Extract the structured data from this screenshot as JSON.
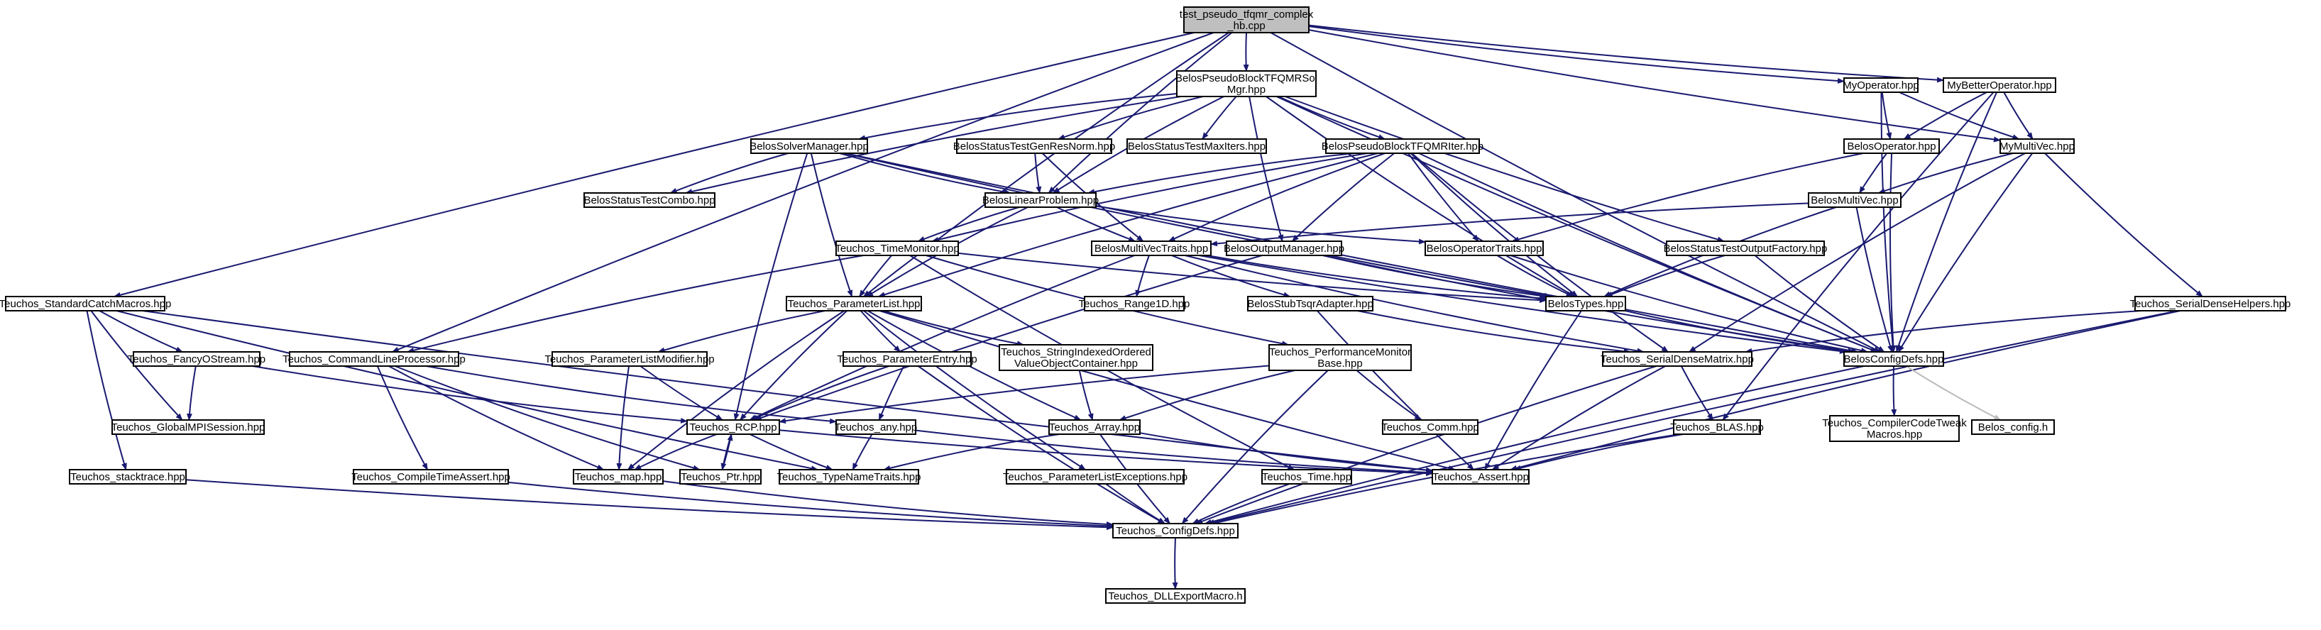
{
  "colors": {
    "root_fill": "#bfbfbf",
    "root_border": "#000000",
    "normal_border": "#000000",
    "missing_border": "#ff0000",
    "external_border": "#bfbfbf",
    "edge": "#191970",
    "external_edge": "#bbbbbb"
  },
  "nodes": [
    {
      "id": "root",
      "kind": "root",
      "lines": [
        "test_pseudo_tfqmr_complex",
        "_hb.cpp"
      ]
    },
    {
      "id": "belos_pbtfqmr_solmgr",
      "kind": "normal",
      "lines": [
        "BelosPseudoBlockTFQMRSol",
        "Mgr.hpp"
      ]
    },
    {
      "id": "myoperator",
      "kind": "normal",
      "lines": [
        "MyOperator.hpp"
      ]
    },
    {
      "id": "mybetteroperator",
      "kind": "normal",
      "lines": [
        "MyBetterOperator.hpp"
      ]
    },
    {
      "id": "solvermanager",
      "kind": "missing",
      "lines": [
        "BelosSolverManager.hpp"
      ]
    },
    {
      "id": "statustestgenresnorm",
      "kind": "missing",
      "lines": [
        "BelosStatusTestGenResNorm.hpp"
      ]
    },
    {
      "id": "statustestmaxiters",
      "kind": "missing",
      "lines": [
        "BelosStatusTestMaxIters.hpp"
      ]
    },
    {
      "id": "pbtfqmriter",
      "kind": "missing",
      "lines": [
        "BelosPseudoBlockTFQMRIter.hpp"
      ]
    },
    {
      "id": "belosoperator",
      "kind": "normal",
      "lines": [
        "BelosOperator.hpp"
      ]
    },
    {
      "id": "mymultivec",
      "kind": "normal",
      "lines": [
        "MyMultiVec.hpp"
      ]
    },
    {
      "id": "statustestcombo",
      "kind": "missing",
      "lines": [
        "BelosStatusTestCombo.hpp"
      ]
    },
    {
      "id": "linearproblem",
      "kind": "normal",
      "lines": [
        "BelosLinearProblem.hpp"
      ]
    },
    {
      "id": "belosmultivec",
      "kind": "normal",
      "lines": [
        "BelosMultiVec.hpp"
      ]
    },
    {
      "id": "timemonitor",
      "kind": "normal",
      "lines": [
        "Teuchos_TimeMonitor.hpp"
      ]
    },
    {
      "id": "multivectraits",
      "kind": "normal",
      "lines": [
        "BelosMultiVecTraits.hpp"
      ]
    },
    {
      "id": "outputmanager",
      "kind": "missing",
      "lines": [
        "BelosOutputManager.hpp"
      ]
    },
    {
      "id": "operatortraits",
      "kind": "normal",
      "lines": [
        "BelosOperatorTraits.hpp"
      ]
    },
    {
      "id": "statustestoutputfactory",
      "kind": "missing",
      "lines": [
        "BelosStatusTestOutputFactory.hpp"
      ]
    },
    {
      "id": "standardcatchmacros",
      "kind": "normal",
      "lines": [
        "Teuchos_StandardCatchMacros.hpp"
      ]
    },
    {
      "id": "parameterlist",
      "kind": "normal",
      "lines": [
        "Teuchos_ParameterList.hpp"
      ]
    },
    {
      "id": "range1d",
      "kind": "missing",
      "lines": [
        "Teuchos_Range1D.hpp"
      ]
    },
    {
      "id": "stubtsqradapter",
      "kind": "missing",
      "lines": [
        "BelosStubTsqrAdapter.hpp"
      ]
    },
    {
      "id": "belostypes",
      "kind": "normal",
      "lines": [
        "BelosTypes.hpp"
      ]
    },
    {
      "id": "serialdensehelpers",
      "kind": "missing",
      "lines": [
        "Teuchos_SerialDenseHelpers.hpp"
      ]
    },
    {
      "id": "fancyostream",
      "kind": "missing",
      "lines": [
        "Teuchos_FancyOStream.hpp"
      ]
    },
    {
      "id": "cmdlineprocessor",
      "kind": "normal",
      "lines": [
        "Teuchos_CommandLineProcessor.hpp"
      ]
    },
    {
      "id": "paramlistmodifier",
      "kind": "missing",
      "lines": [
        "Teuchos_ParameterListModifier.hpp"
      ]
    },
    {
      "id": "parameterentry",
      "kind": "missing",
      "lines": [
        "Teuchos_ParameterEntry.hpp"
      ]
    },
    {
      "id": "stringindexed",
      "kind": "missing",
      "lines": [
        "Teuchos_StringIndexedOrdered",
        "ValueObjectContainer.hpp"
      ]
    },
    {
      "id": "perfmonitorbase",
      "kind": "missing",
      "lines": [
        "Teuchos_PerformanceMonitor",
        "Base.hpp"
      ]
    },
    {
      "id": "serialdensematrix",
      "kind": "missing",
      "lines": [
        "Teuchos_SerialDenseMatrix.hpp"
      ]
    },
    {
      "id": "belosconfigdefs",
      "kind": "normal",
      "lines": [
        "BelosConfigDefs.hpp"
      ]
    },
    {
      "id": "globalmpisession",
      "kind": "missing",
      "lines": [
        "Teuchos_GlobalMPISession.hpp"
      ]
    },
    {
      "id": "rcp",
      "kind": "missing",
      "lines": [
        "Teuchos_RCP.hpp"
      ]
    },
    {
      "id": "any",
      "kind": "normal",
      "lines": [
        "Teuchos_any.hpp"
      ]
    },
    {
      "id": "array",
      "kind": "missing",
      "lines": [
        "Teuchos_Array.hpp"
      ]
    },
    {
      "id": "comm",
      "kind": "missing",
      "lines": [
        "Teuchos_Comm.hpp"
      ]
    },
    {
      "id": "blas",
      "kind": "missing",
      "lines": [
        "Teuchos_BLAS.hpp"
      ]
    },
    {
      "id": "compilercodetweak",
      "kind": "normal",
      "lines": [
        "Teuchos_CompilerCodeTweak",
        "Macros.hpp"
      ]
    },
    {
      "id": "belosconfig_h",
      "kind": "external",
      "lines": [
        "Belos_config.h"
      ]
    },
    {
      "id": "stacktrace",
      "kind": "normal",
      "lines": [
        "Teuchos_stacktrace.hpp"
      ]
    },
    {
      "id": "compiletimeassert",
      "kind": "normal",
      "lines": [
        "Teuchos_CompileTimeAssert.hpp"
      ]
    },
    {
      "id": "teuchosmap",
      "kind": "normal",
      "lines": [
        "Teuchos_map.hpp"
      ]
    },
    {
      "id": "ptr",
      "kind": "missing",
      "lines": [
        "Teuchos_Ptr.hpp"
      ]
    },
    {
      "id": "typenametraits",
      "kind": "missing",
      "lines": [
        "Teuchos_TypeNameTraits.hpp"
      ]
    },
    {
      "id": "paramlistexceptions",
      "kind": "normal",
      "lines": [
        "Teuchos_ParameterListExceptions.hpp"
      ]
    },
    {
      "id": "teuchostime",
      "kind": "normal",
      "lines": [
        "Teuchos_Time.hpp"
      ]
    },
    {
      "id": "teuchosassert",
      "kind": "missing",
      "lines": [
        "Teuchos_Assert.hpp"
      ]
    },
    {
      "id": "configdefs",
      "kind": "normal",
      "lines": [
        "Teuchos_ConfigDefs.hpp"
      ]
    },
    {
      "id": "dllexportmacro",
      "kind": "normal",
      "lines": [
        "Teuchos_DLLExportMacro.h"
      ]
    }
  ],
  "edges": [
    [
      "root",
      "belos_pbtfqmr_solmgr"
    ],
    [
      "root",
      "myoperator"
    ],
    [
      "root",
      "mybetteroperator"
    ],
    [
      "root",
      "mymultivec"
    ],
    [
      "root",
      "linearproblem"
    ],
    [
      "root",
      "parameterlist"
    ],
    [
      "root",
      "standardcatchmacros"
    ],
    [
      "root",
      "cmdlineprocessor"
    ],
    [
      "root",
      "belosconfigdefs"
    ],
    [
      "belos_pbtfqmr_solmgr",
      "solvermanager"
    ],
    [
      "belos_pbtfqmr_solmgr",
      "statustestgenresnorm"
    ],
    [
      "belos_pbtfqmr_solmgr",
      "statustestmaxiters"
    ],
    [
      "belos_pbtfqmr_solmgr",
      "pbtfqmriter"
    ],
    [
      "belos_pbtfqmr_solmgr",
      "statustestcombo"
    ],
    [
      "belos_pbtfqmr_solmgr",
      "linearproblem"
    ],
    [
      "belos_pbtfqmr_solmgr",
      "outputmanager"
    ],
    [
      "belos_pbtfqmr_solmgr",
      "statustestoutputfactory"
    ],
    [
      "belos_pbtfqmr_solmgr",
      "belostypes"
    ],
    [
      "belos_pbtfqmr_solmgr",
      "belosconfigdefs"
    ],
    [
      "myoperator",
      "belosoperator"
    ],
    [
      "myoperator",
      "mymultivec"
    ],
    [
      "myoperator",
      "belosconfigdefs"
    ],
    [
      "mybetteroperator",
      "belosoperator"
    ],
    [
      "mybetteroperator",
      "mymultivec"
    ],
    [
      "mybetteroperator",
      "belosconfigdefs"
    ],
    [
      "mybetteroperator",
      "blas"
    ],
    [
      "solvermanager",
      "statustestcombo"
    ],
    [
      "solvermanager",
      "linearproblem"
    ],
    [
      "solvermanager",
      "parameterlist"
    ],
    [
      "solvermanager",
      "rcp"
    ],
    [
      "solvermanager",
      "belostypes"
    ],
    [
      "solvermanager",
      "belosconfigdefs"
    ],
    [
      "statustestgenresnorm",
      "linearproblem"
    ],
    [
      "statustestgenresnorm",
      "multivectraits"
    ],
    [
      "pbtfqmriter",
      "linearproblem"
    ],
    [
      "pbtfqmriter",
      "timemonitor"
    ],
    [
      "pbtfqmriter",
      "multivectraits"
    ],
    [
      "pbtfqmriter",
      "outputmanager"
    ],
    [
      "pbtfqmriter",
      "operatortraits"
    ],
    [
      "pbtfqmriter",
      "parameterlist"
    ],
    [
      "pbtfqmriter",
      "belostypes"
    ],
    [
      "pbtfqmriter",
      "serialdensematrix"
    ],
    [
      "pbtfqmriter",
      "belosconfigdefs"
    ],
    [
      "belosoperator",
      "belosmultivec"
    ],
    [
      "belosoperator",
      "operatortraits"
    ],
    [
      "belosoperator",
      "belosconfigdefs"
    ],
    [
      "mymultivec",
      "belosmultivec"
    ],
    [
      "mymultivec",
      "serialdensehelpers"
    ],
    [
      "mymultivec",
      "serialdensematrix"
    ],
    [
      "mymultivec",
      "belosconfigdefs"
    ],
    [
      "linearproblem",
      "multivectraits"
    ],
    [
      "linearproblem",
      "operatortraits"
    ],
    [
      "linearproblem",
      "parameterlist"
    ],
    [
      "linearproblem",
      "timemonitor"
    ],
    [
      "belosmultivec",
      "multivectraits"
    ],
    [
      "belosmultivec",
      "belostypes"
    ],
    [
      "belosmultivec",
      "belosconfigdefs"
    ],
    [
      "timemonitor",
      "parameterlist"
    ],
    [
      "timemonitor",
      "perfmonitorbase"
    ],
    [
      "timemonitor",
      "teuchostime"
    ],
    [
      "timemonitor",
      "cmdlineprocessor"
    ],
    [
      "timemonitor",
      "belostypes"
    ],
    [
      "multivectraits",
      "range1d"
    ],
    [
      "multivectraits",
      "stubtsqradapter"
    ],
    [
      "multivectraits",
      "belostypes"
    ],
    [
      "multivectraits",
      "rcp"
    ],
    [
      "multivectraits",
      "belosconfigdefs"
    ],
    [
      "multivectraits",
      "serialdensematrix"
    ],
    [
      "outputmanager",
      "belostypes"
    ],
    [
      "outputmanager",
      "rcp"
    ],
    [
      "outputmanager",
      "belosconfigdefs"
    ],
    [
      "operatortraits",
      "belostypes"
    ],
    [
      "operatortraits",
      "belosconfigdefs"
    ],
    [
      "statustestoutputfactory",
      "belostypes"
    ],
    [
      "statustestoutputfactory",
      "belosconfigdefs"
    ],
    [
      "standardcatchmacros",
      "fancyostream"
    ],
    [
      "standardcatchmacros",
      "globalmpisession"
    ],
    [
      "standardcatchmacros",
      "stacktrace"
    ],
    [
      "standardcatchmacros",
      "typenametraits"
    ],
    [
      "standardcatchmacros",
      "teuchosassert"
    ],
    [
      "parameterlist",
      "paramlistmodifier"
    ],
    [
      "parameterlist",
      "parameterentry"
    ],
    [
      "parameterlist",
      "stringindexed"
    ],
    [
      "parameterlist",
      "paramlistexceptions"
    ],
    [
      "parameterlist",
      "rcp"
    ],
    [
      "parameterlist",
      "array"
    ],
    [
      "parameterlist",
      "teuchosmap"
    ],
    [
      "parameterlist",
      "teuchosassert"
    ],
    [
      "stubtsqradapter",
      "serialdensematrix"
    ],
    [
      "stubtsqradapter",
      "teuchosassert"
    ],
    [
      "belostypes",
      "belosconfigdefs"
    ],
    [
      "belostypes",
      "teuchosassert"
    ],
    [
      "serialdensehelpers",
      "serialdensematrix"
    ],
    [
      "serialdensehelpers",
      "teuchosassert"
    ],
    [
      "serialdensehelpers",
      "configdefs"
    ],
    [
      "fancyostream",
      "globalmpisession"
    ],
    [
      "fancyostream",
      "rcp"
    ],
    [
      "cmdlineprocessor",
      "any"
    ],
    [
      "cmdlineprocessor",
      "compiletimeassert"
    ],
    [
      "cmdlineprocessor",
      "teuchosmap"
    ],
    [
      "cmdlineprocessor",
      "ptr"
    ],
    [
      "paramlistmodifier",
      "rcp"
    ],
    [
      "paramlistmodifier",
      "teuchosmap"
    ],
    [
      "parameterentry",
      "any"
    ],
    [
      "parameterentry",
      "rcp"
    ],
    [
      "parameterentry",
      "configdefs"
    ],
    [
      "stringindexed",
      "array"
    ],
    [
      "perfmonitorbase",
      "array"
    ],
    [
      "perfmonitorbase",
      "comm"
    ],
    [
      "perfmonitorbase",
      "rcp"
    ],
    [
      "perfmonitorbase",
      "configdefs"
    ],
    [
      "serialdensematrix",
      "blas"
    ],
    [
      "serialdensematrix",
      "teuchosassert"
    ],
    [
      "serialdensematrix",
      "configdefs"
    ],
    [
      "belosconfigdefs",
      "compilercodetweak"
    ],
    [
      "belosconfigdefs",
      "configdefs"
    ],
    [
      "rcp",
      "ptr"
    ],
    [
      "rcp",
      "typenametraits"
    ],
    [
      "rcp",
      "teuchosmap"
    ],
    [
      "rcp",
      "teuchosassert"
    ],
    [
      "any",
      "typenametraits"
    ],
    [
      "any",
      "teuchosassert"
    ],
    [
      "array",
      "typenametraits"
    ],
    [
      "array",
      "teuchosassert"
    ],
    [
      "array",
      "configdefs"
    ],
    [
      "blas",
      "teuchosassert"
    ],
    [
      "blas",
      "configdefs"
    ],
    [
      "ptr",
      "rcp"
    ],
    [
      "stacktrace",
      "configdefs"
    ],
    [
      "compiletimeassert",
      "configdefs"
    ],
    [
      "teuchosmap",
      "configdefs"
    ],
    [
      "paramlistexceptions",
      "configdefs"
    ],
    [
      "teuchostime",
      "configdefs"
    ],
    [
      "configdefs",
      "dllexportmacro"
    ]
  ],
  "external_edges": [
    [
      "belosconfigdefs",
      "belosconfig_h"
    ]
  ]
}
